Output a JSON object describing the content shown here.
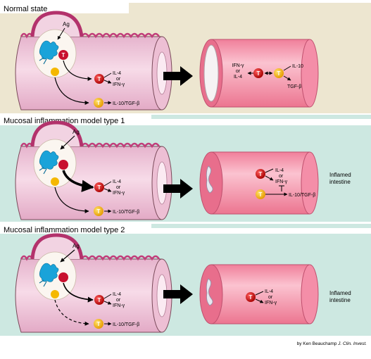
{
  "panels": [
    {
      "title": "Normal state",
      "bg": "#ede6d0",
      "antigen": "Ag",
      "left_labels": {
        "cytokine_top": [
          "IL-4",
          "or",
          "IFN-γ"
        ],
        "cytokine_bottom": "IL-10/TGF-β"
      },
      "right_labels": {
        "left_stack": [
          "IFN-γ",
          "or",
          "IL-4"
        ],
        "right_top": "IL-10",
        "right_bottom": "TGF-β"
      },
      "tissue_label": ""
    },
    {
      "title": "Mucosal inflammation model type 1",
      "bg": "#cde8e1",
      "antigen": "Ag",
      "left_labels": {
        "cytokine_top": [
          "IL-4",
          "or",
          "IFN-γ"
        ],
        "cytokine_bottom": "IL-10/TGF-β"
      },
      "right_labels": {
        "stack": [
          "IL-4",
          "or",
          "IFN-γ"
        ],
        "bottom": "IL-10/TGF-β"
      },
      "tissue_label": [
        "Inflamed",
        "intestine"
      ]
    },
    {
      "title": "Mucosal inflammation model type 2",
      "bg": "#cde8e1",
      "antigen": "Ag",
      "left_labels": {
        "cytokine_top": [
          "IL-4",
          "or",
          "IFN-γ"
        ],
        "cytokine_bottom": "IL-10/TGF-β"
      },
      "right_labels": {
        "stack": [
          "IL-4",
          "or",
          "IFN-γ"
        ]
      },
      "tissue_label": [
        "Inflamed",
        "intestine"
      ]
    }
  ],
  "cell_letter": "T",
  "credit": {
    "prefix": "by Ken Beauchamp ",
    "journal": "J. Clin. Invest."
  },
  "colors": {
    "tube": "#f4c6d8",
    "tube_edge": "#7a4a5a",
    "villi": "#c13d7a",
    "th_red": "#c8102e",
    "treg_yellow": "#f5b800",
    "dc_blue": "#1aa3d9",
    "intestine": "#f59bb0"
  }
}
